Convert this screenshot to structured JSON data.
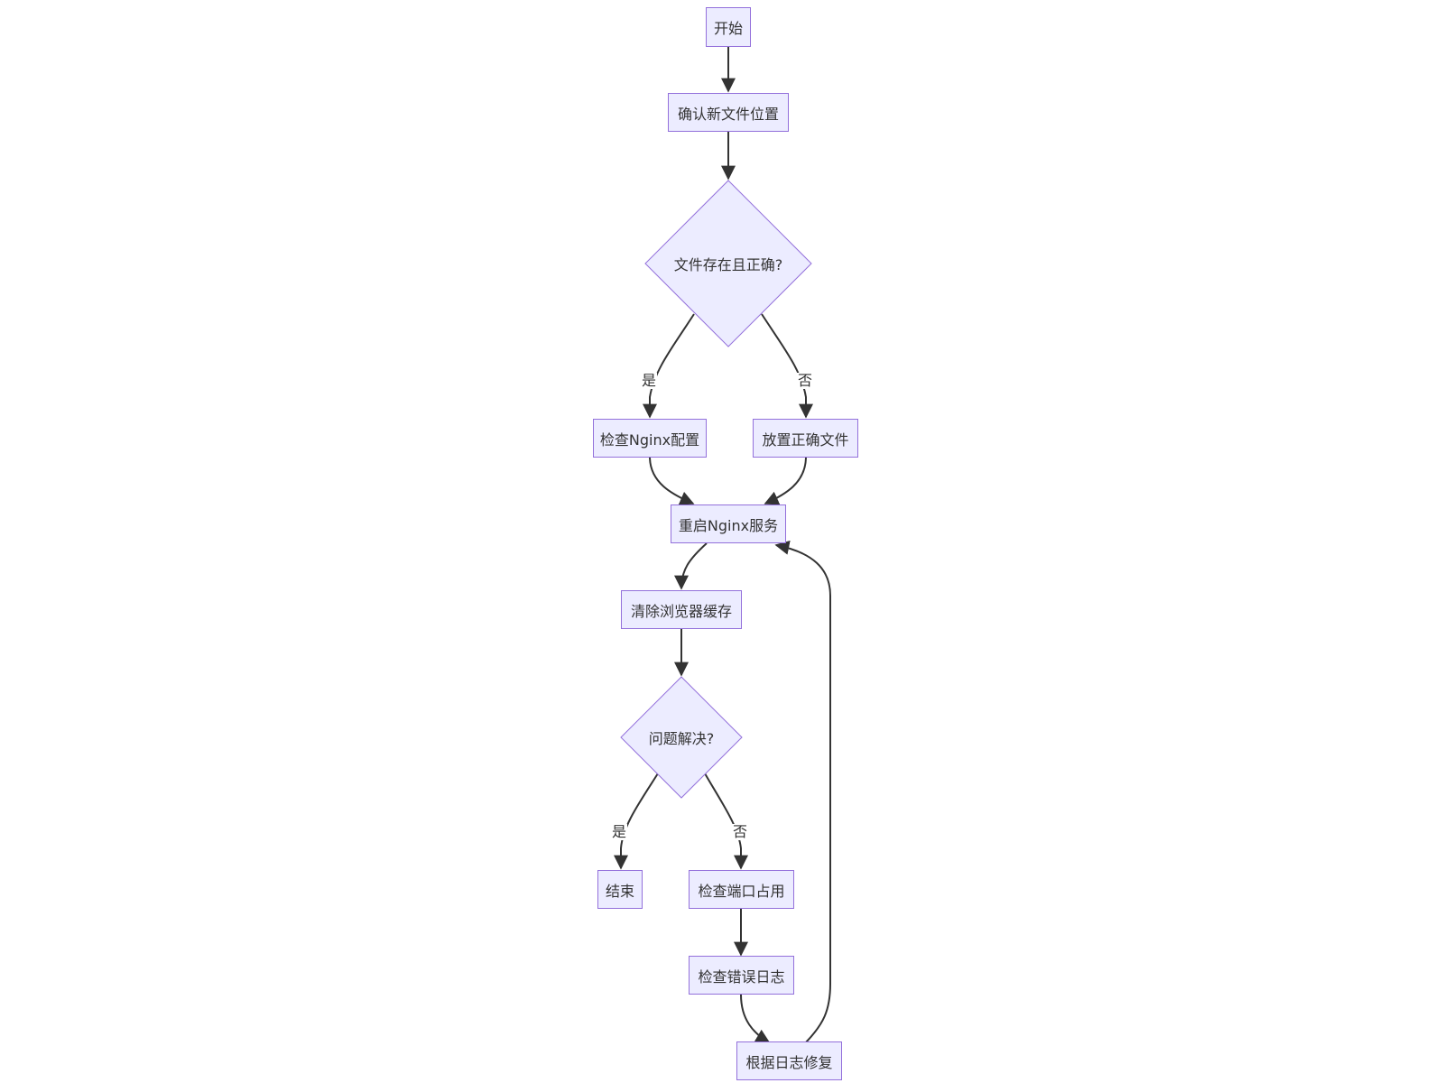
{
  "colors": {
    "node_fill": "#ECECFF",
    "node_stroke": "#9370DB",
    "edge": "#333333",
    "text": "#333333"
  },
  "nodes": {
    "start": "开始",
    "confirm_location": "确认新文件位置",
    "file_ok_decision": "文件存在且正确?",
    "check_nginx_config": "检查Nginx配置",
    "place_correct_file": "放置正确文件",
    "restart_nginx": "重启Nginx服务",
    "clear_cache": "清除浏览器缓存",
    "resolved_decision": "问题解决?",
    "end": "结束",
    "check_port": "检查端口占用",
    "check_error_log": "检查错误日志",
    "fix_by_log": "根据日志修复"
  },
  "edge_labels": {
    "file_ok_yes": "是",
    "file_ok_no": "否",
    "resolved_yes": "是",
    "resolved_no": "否"
  }
}
